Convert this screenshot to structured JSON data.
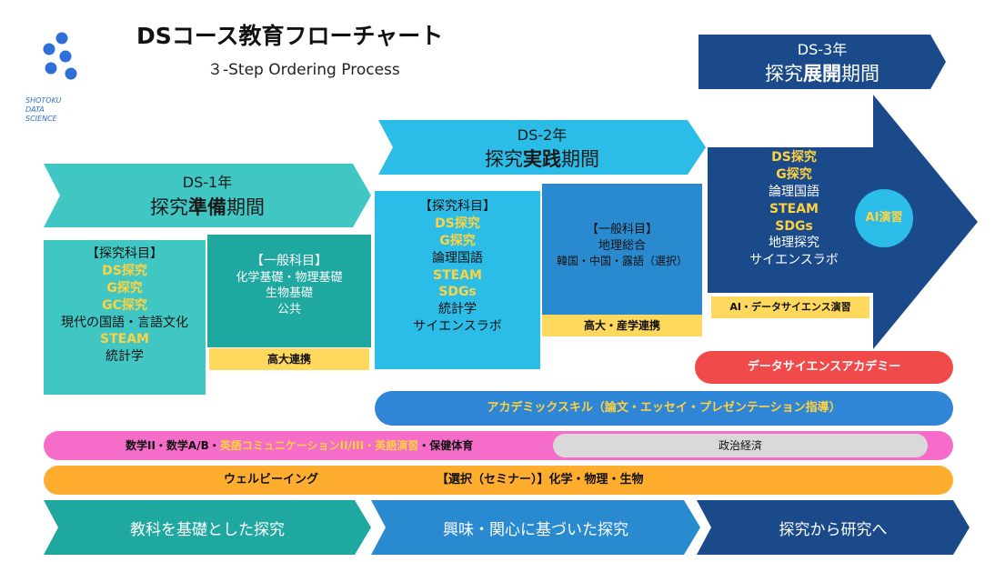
{
  "header": {
    "title": "DSコース教育フローチャート",
    "subtitle": "３-Step Ordering Process",
    "logo_text": [
      "SHOTOKU",
      "DATA",
      "SCIENCE"
    ]
  },
  "phases": {
    "p1": {
      "year": "DS-1年",
      "title_pre": "探究",
      "title_bold": "準備",
      "title_post": "期間"
    },
    "p2": {
      "year": "DS-2年",
      "title_pre": "探究",
      "title_bold": "実践",
      "title_post": "期間"
    },
    "p3": {
      "year": "DS-3年",
      "title_pre": "探究",
      "title_bold": "展開",
      "title_post": "期間"
    }
  },
  "boxes": {
    "y1_inquiry": {
      "heading": "【探究科目】",
      "items": [
        {
          "text": "DS探究",
          "hl": true
        },
        {
          "text": "G探究",
          "hl": true
        },
        {
          "text": "GC探究",
          "hl": true
        },
        {
          "text": "現代の国語・言語文化",
          "hl": false
        },
        {
          "text": "STEAM",
          "hl": true
        },
        {
          "text": "統計学",
          "hl": false
        }
      ]
    },
    "y1_general": {
      "heading": "【一般科目】",
      "items": [
        "化学基礎・物理基礎",
        "生物基礎",
        "公共"
      ],
      "tag": "高大連携"
    },
    "y2_inquiry": {
      "heading": "【探究科目】",
      "items": [
        {
          "text": "DS探究",
          "hl": true
        },
        {
          "text": "G探究",
          "hl": true
        },
        {
          "text": "論理国語",
          "hl": false
        },
        {
          "text": "STEAM",
          "hl": true
        },
        {
          "text": "SDGs",
          "hl": true
        },
        {
          "text": "統計学",
          "hl": false
        },
        {
          "text": "サイエンスラボ",
          "hl": false
        }
      ]
    },
    "y2_general": {
      "heading": "【一般科目】",
      "items": [
        "地理総合",
        "韓国・中国・露語（選択）"
      ],
      "tag": "高大・産学連携"
    },
    "y3": {
      "items": [
        {
          "text": "DS探究",
          "hl": true
        },
        {
          "text": "G探究",
          "hl": true
        },
        {
          "text": "論理国語",
          "hl": false
        },
        {
          "text": "STEAM",
          "hl": true
        },
        {
          "text": "SDGs",
          "hl": true
        },
        {
          "text": "地理探究",
          "hl": false
        },
        {
          "text": "サイエンスラボ",
          "hl": false
        }
      ],
      "circle": "AI演習",
      "tag": "AI・データサイエンス演習"
    }
  },
  "bars": {
    "academy": "データサイエンスアカデミー",
    "academic_skill": "アカデミックスキル（論文・エッセイ・プレゼンテーション指導）",
    "pink_parts": [
      {
        "text": "数学II・数学A/B・",
        "hl": false
      },
      {
        "text": "英語コミュニケーションII/III・英語演習",
        "hl": true
      },
      {
        "text": "・保健体育",
        "hl": false
      }
    ],
    "politics": "政治経済",
    "wellbeing": "ウェルビーイング",
    "seminar": "【選択（セミナー）】化学・物理・生物"
  },
  "bottom": {
    "s1": "教科を基礎とした探究",
    "s2": "興味・関心に基づいた探究",
    "s3": "探究から研究へ"
  },
  "colors": {
    "teal": "#40c7c4",
    "teal_dark": "#1fa8a0",
    "sky": "#2bbde8",
    "mid_blue": "#2a8ad0",
    "navy": "#1b4a8a",
    "yellow_tag": "#ffd85e",
    "red": "#f04a4a",
    "academic": "#2f86d6",
    "pink": "#f56cc9",
    "gray": "#d9d9d9",
    "orange": "#ffad2e",
    "highlight": "#ffd23f"
  }
}
